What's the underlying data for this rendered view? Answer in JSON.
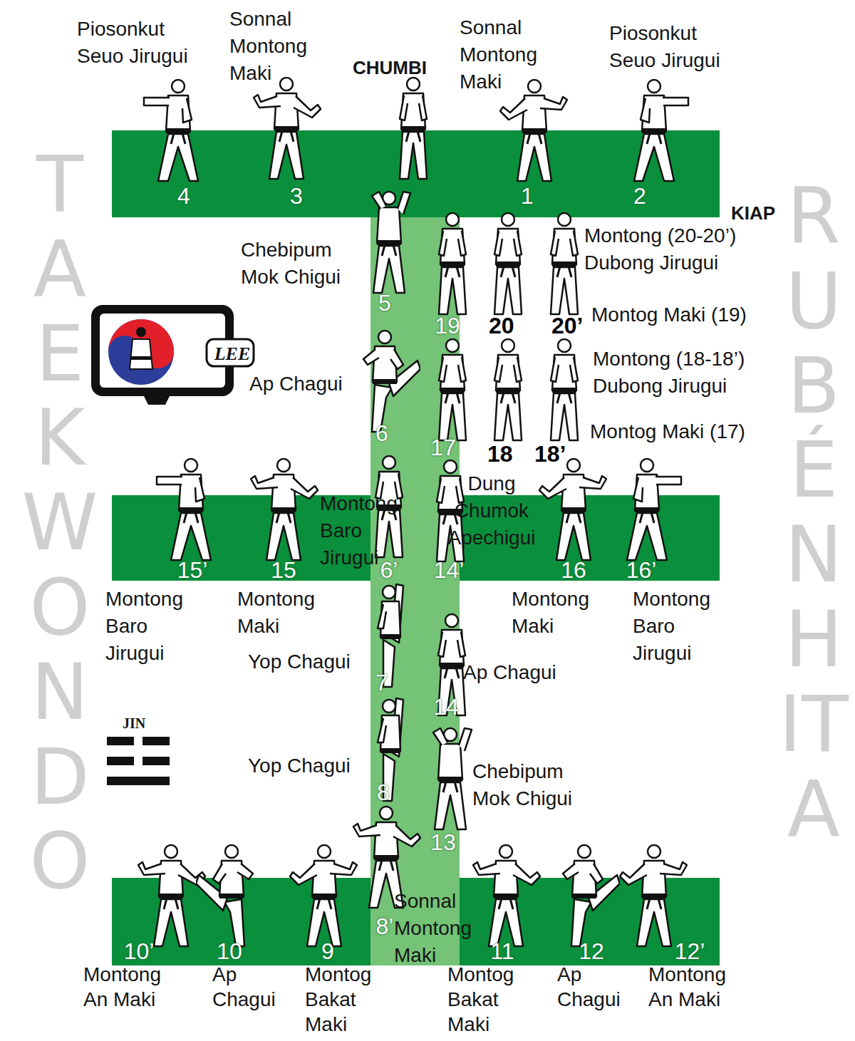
{
  "diagram": {
    "nodes": [
      {
        "text": [
          "4",
          "3",
          "1",
          "2"
        ]
      },
      {
        "text": [
          "15’",
          "15",
          "16",
          "16’"
        ]
      },
      {
        "text": [
          "10’",
          "10",
          "9",
          "11",
          "12",
          "12’"
        ]
      },
      {
        "text": [
          "5",
          "19",
          "6",
          "17",
          "6’",
          "14’",
          "7",
          "14",
          "8",
          "13",
          "8’"
        ]
      }
    ],
    "labels": [
      "Piosonkut Seuo Jirugui",
      "Sonnal Montong Maki",
      "CHUMBI",
      "Sonnal Montong Maki",
      "Piosonkut Seuo Jirugui",
      "KIAP",
      "Chebipum Mok Chigui",
      "Montong (20-20’) Dubong Jirugui",
      "20",
      "20’",
      "Montog Maki (19)",
      "Montong (18-18’) Dubong Jirugui",
      "Montog Maki (17)",
      "18",
      "18’",
      "Ap Chagui",
      "Montong Baro Jirugui",
      "Dung Chumok Apechigui",
      "Montong Baro Jirugui",
      "Montong Maki",
      "Montong Maki",
      "Montong Baro Jirugui",
      "Yop Chagui",
      "Ap Chagui",
      "Yop Chagui",
      "Chebipum Mok Chigui",
      "Sonnal Montong Maki",
      "Montong An Maki",
      "Ap Chagui",
      "Montog Bakat Maki",
      "Montog Bakat Maki",
      "Ap Chagui",
      "Montong An Maki",
      "JIN",
      "LEE",
      "TAEKWONDO",
      "RUBÉN HITA"
    ]
  }
}
